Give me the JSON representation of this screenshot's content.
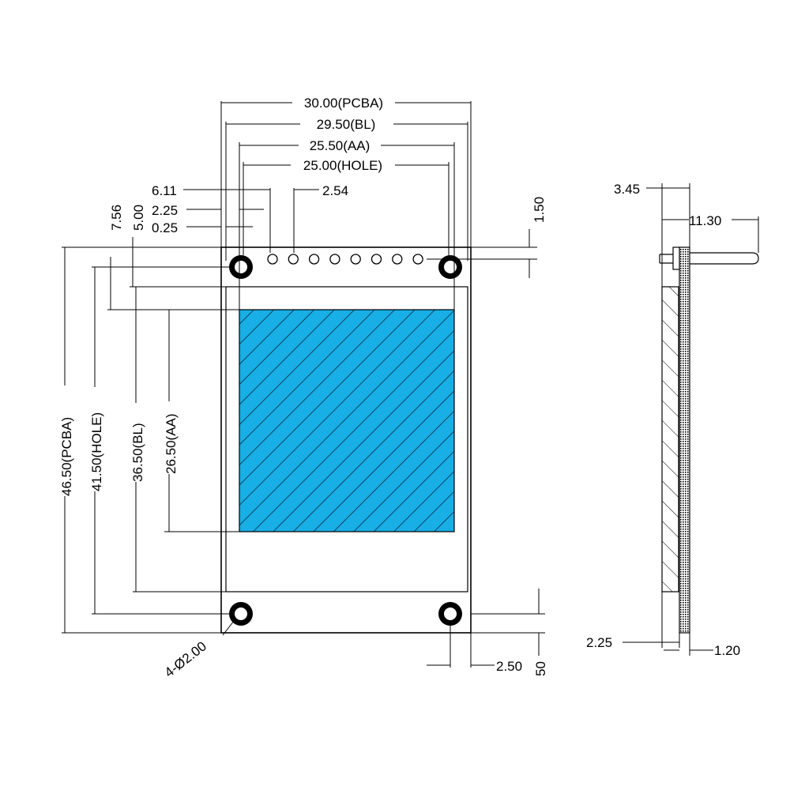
{
  "front_view": {
    "width_pcba": "30.00(PCBA)",
    "width_bl": "29.50(BL)",
    "width_aa": "25.50(AA)",
    "width_hole": "25.00(HOLE)",
    "pin_offset": "6.11",
    "pin_pitch": "2.54",
    "bl_edge": "2.25",
    "bl_gap": "0.25",
    "aa_top": "7.56",
    "bl_top": "5.00",
    "pin_top": "1.50",
    "height_pcba": "46.50(PCBA)",
    "height_hole": "41.50(HOLE)",
    "height_bl": "36.50(BL)",
    "height_aa": "26.50(AA)",
    "hole_spec": "4-Ø2.00",
    "hole_edge": "2.50",
    "hole_bottom": "50",
    "pin_count": 8,
    "aa_color": "#18aee6"
  },
  "side_view": {
    "top_thickness": "3.45",
    "pin_length": "11.30",
    "bl_thickness": "2.25",
    "pcb_thickness": "1.20"
  }
}
